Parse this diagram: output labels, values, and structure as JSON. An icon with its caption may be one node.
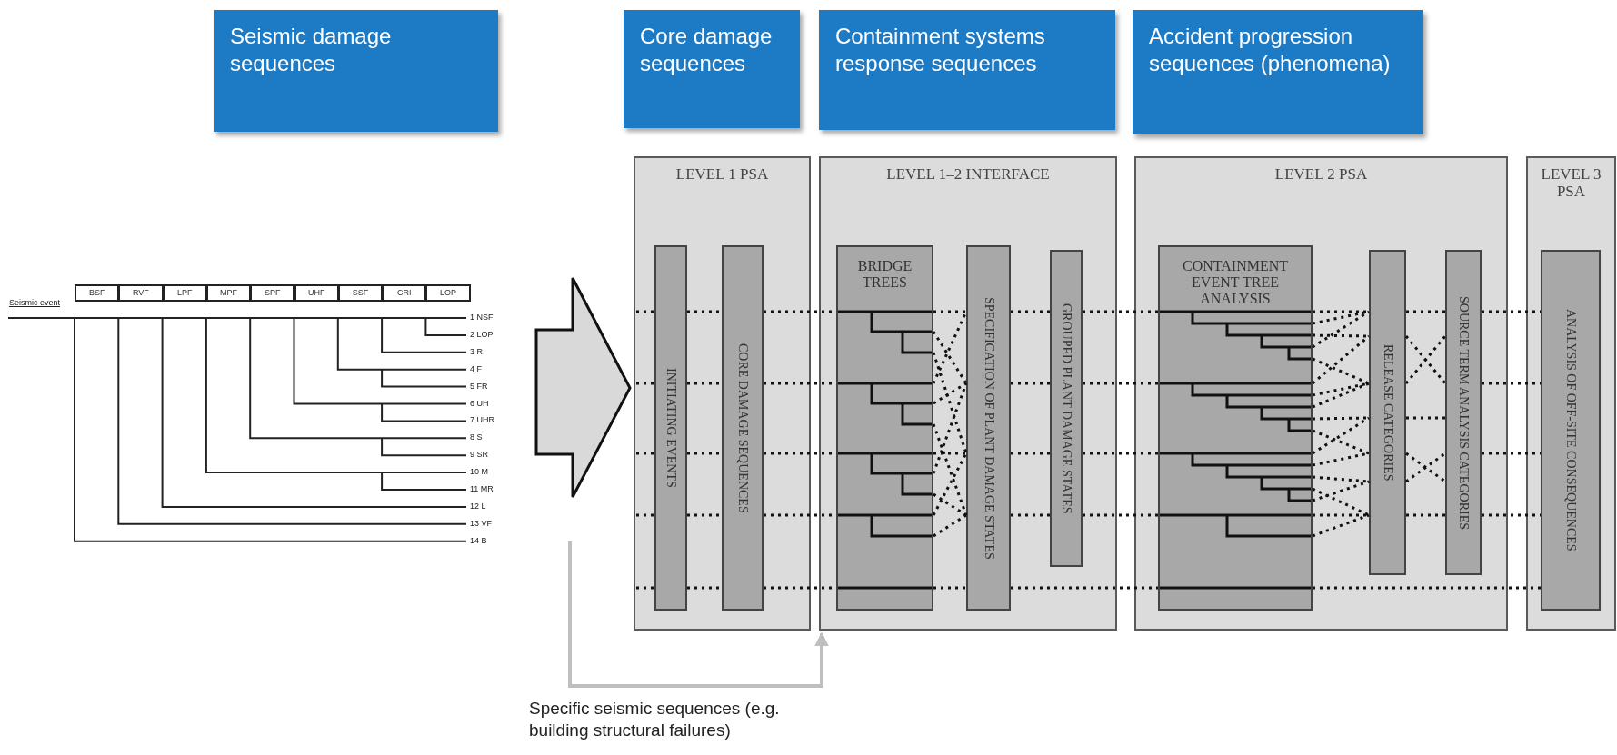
{
  "diagram": {
    "nodes": [
      {
        "text": [
          "Seismic damage sequences"
        ]
      },
      {
        "text": [
          "Core damage sequences"
        ]
      },
      {
        "text": [
          "Containment systems response sequences"
        ]
      },
      {
        "text": [
          "Accident progression sequences (phenomena)"
        ]
      },
      {
        "text": [
          "LEVEL 1 PSA"
        ]
      },
      {
        "text": [
          "INITIATING EVENTS"
        ],
        "in": 4
      },
      {
        "text": [
          "CORE DAMAGE SEQUENCES"
        ],
        "in": 4
      },
      {
        "text": [
          "LEVEL 1–2 INTERFACE"
        ]
      },
      {
        "text": [
          "BRIDGE TREES"
        ],
        "in": 7
      },
      {
        "text": [
          "SPECIFICATION OF PLANT DAMAGE STATES"
        ],
        "in": 7
      },
      {
        "text": [
          "GROUPED PLANT DAMAGE STATES"
        ],
        "in": 7
      },
      {
        "text": [
          "LEVEL 2 PSA"
        ]
      },
      {
        "text": [
          "CONTAINMENT EVENT TREE ANALYSIS"
        ],
        "in": 11
      },
      {
        "text": [
          "RELEASE CATEGORIES"
        ],
        "in": 11
      },
      {
        "text": [
          "SOURCE TERM ANALYSIS CATEGORIES"
        ],
        "in": 11
      },
      {
        "text": [
          "LEVEL 3 PSA"
        ]
      },
      {
        "text": [
          "ANALYSIS OF OFF-SITE CONSEQUENCES"
        ],
        "in": 15
      }
    ],
    "edges": [
      {
        "from": null,
        "to": 4,
        "arrow": "to"
      },
      {
        "from": null,
        "to": 7,
        "arrow": "to",
        "label": "Specific seismic sequences (e.g. building structural failures)",
        "color": "#bfbfbf"
      },
      {
        "from": null,
        "to": 5,
        "arrow": "none",
        "style": "dashed"
      },
      {
        "from": null,
        "to": 5,
        "arrow": "none",
        "style": "dashed"
      },
      {
        "from": null,
        "to": 5,
        "arrow": "none",
        "style": "dashed"
      },
      {
        "from": null,
        "to": 5,
        "arrow": "none",
        "style": "dashed"
      },
      {
        "from": null,
        "to": 5,
        "arrow": "none",
        "style": "dashed"
      },
      {
        "from": 5,
        "to": 6,
        "arrow": "none",
        "style": "dashed"
      },
      {
        "from": 5,
        "to": 6,
        "arrow": "none",
        "style": "dashed"
      },
      {
        "from": 5,
        "to": 6,
        "arrow": "none",
        "style": "dashed"
      },
      {
        "from": 5,
        "to": 6,
        "arrow": "none",
        "style": "dashed"
      },
      {
        "from": 5,
        "to": 6,
        "arrow": "none",
        "style": "dashed"
      },
      {
        "from": 6,
        "to": 8,
        "arrow": "none",
        "style": "dashed"
      },
      {
        "from": 6,
        "to": 8,
        "arrow": "none",
        "style": "dashed"
      },
      {
        "from": 6,
        "to": 8,
        "arrow": "none",
        "style": "dashed"
      },
      {
        "from": 6,
        "to": 8,
        "arrow": "none",
        "style": "dashed"
      },
      {
        "from": 6,
        "to": 8,
        "arrow": "none",
        "style": "dashed"
      },
      {
        "from": 8,
        "to": 9,
        "arrow": "none",
        "style": "dashed"
      },
      {
        "from": 8,
        "to": 9,
        "arrow": "none",
        "style": "dashed"
      },
      {
        "from": 8,
        "to": 9,
        "arrow": "none",
        "style": "dashed"
      },
      {
        "from": 8,
        "to": 9,
        "arrow": "none",
        "style": "dashed"
      },
      {
        "from": 8,
        "to": 9,
        "arrow": "none",
        "style": "dashed"
      },
      {
        "from": 8,
        "to": 9,
        "arrow": "none",
        "style": "dashed"
      },
      {
        "from": 8,
        "to": 9,
        "arrow": "none",
        "style": "dashed"
      },
      {
        "from": 8,
        "to": 9,
        "arrow": "none",
        "style": "dashed"
      },
      {
        "from": 8,
        "to": 9,
        "arrow": "none",
        "style": "dashed"
      },
      {
        "from": 8,
        "to": 9,
        "arrow": "none",
        "style": "dashed"
      },
      {
        "from": 8,
        "to": 9,
        "arrow": "none",
        "style": "dashed"
      },
      {
        "from": 8,
        "to": 9,
        "arrow": "none",
        "style": "dashed"
      },
      {
        "from": 9,
        "to": 10,
        "arrow": "none",
        "style": "dashed"
      },
      {
        "from": 9,
        "to": 10,
        "arrow": "none",
        "style": "dashed"
      },
      {
        "from": 9,
        "to": 10,
        "arrow": "none",
        "style": "dashed"
      },
      {
        "from": 9,
        "to": 10,
        "arrow": "none",
        "style": "dashed"
      },
      {
        "from": 9,
        "to": 12,
        "arrow": "none",
        "style": "dashed"
      },
      {
        "from": 10,
        "to": 12,
        "arrow": "none",
        "style": "dashed"
      },
      {
        "from": 10,
        "to": 12,
        "arrow": "none",
        "style": "dashed"
      },
      {
        "from": 10,
        "to": 12,
        "arrow": "none",
        "style": "dashed"
      },
      {
        "from": 10,
        "to": 12,
        "arrow": "none",
        "style": "dashed"
      },
      {
        "from": 12,
        "to": 13,
        "arrow": "none",
        "style": "dashed"
      },
      {
        "from": 12,
        "to": 13,
        "arrow": "none",
        "style": "dashed"
      },
      {
        "from": 12,
        "to": 13,
        "arrow": "none",
        "style": "dashed"
      },
      {
        "from": 12,
        "to": 13,
        "arrow": "none",
        "style": "dashed"
      },
      {
        "from": 12,
        "to": 13,
        "arrow": "none",
        "style": "dashed"
      },
      {
        "from": 12,
        "to": 13,
        "arrow": "none",
        "style": "dashed"
      },
      {
        "from": 12,
        "to": 13,
        "arrow": "none",
        "style": "dashed"
      },
      {
        "from": 12,
        "to": 13,
        "arrow": "none",
        "style": "dashed"
      },
      {
        "from": 12,
        "to": 13,
        "arrow": "none",
        "style": "dashed"
      },
      {
        "from": 12,
        "to": 13,
        "arrow": "none",
        "style": "dashed"
      },
      {
        "from": 12,
        "to": 13,
        "arrow": "none",
        "style": "dashed"
      },
      {
        "from": 12,
        "to": 13,
        "arrow": "none",
        "style": "dashed"
      },
      {
        "from": 12,
        "to": 13,
        "arrow": "none",
        "style": "dashed"
      },
      {
        "from": 12,
        "to": 13,
        "arrow": "none",
        "style": "dashed"
      },
      {
        "from": 12,
        "to": 13,
        "arrow": "none",
        "style": "dashed"
      },
      {
        "from": 12,
        "to": 13,
        "arrow": "none",
        "style": "dashed"
      },
      {
        "from": 12,
        "to": 13,
        "arrow": "none",
        "style": "dashed"
      },
      {
        "from": 12,
        "to": 16,
        "arrow": "none",
        "style": "dashed"
      },
      {
        "from": 13,
        "to": 14,
        "arrow": "none",
        "style": "dashed"
      },
      {
        "from": 13,
        "to": 14,
        "arrow": "none",
        "style": "dashed"
      },
      {
        "from": 13,
        "to": 14,
        "arrow": "none",
        "style": "dashed"
      },
      {
        "from": 13,
        "to": 14,
        "arrow": "none",
        "style": "dashed"
      },
      {
        "from": 13,
        "to": 14,
        "arrow": "none",
        "style": "dashed"
      },
      {
        "from": 13,
        "to": 14,
        "arrow": "none",
        "style": "dashed"
      },
      {
        "from": 13,
        "to": 14,
        "arrow": "none",
        "style": "dashed"
      },
      {
        "from": 14,
        "to": 16,
        "arrow": "none",
        "style": "dashed"
      },
      {
        "from": 14,
        "to": 16,
        "arrow": "none",
        "style": "dashed"
      },
      {
        "from": 14,
        "to": 16,
        "arrow": "none",
        "style": "dashed"
      },
      {
        "from": 14,
        "to": 16,
        "arrow": "none",
        "style": "dashed"
      }
    ],
    "labels": [
      "BSF",
      "RVF",
      "LPF",
      "MPF",
      "SPF",
      "UHF",
      "SSF",
      "CRI",
      "LOP",
      "Seismic event",
      "1 NSF",
      "2 LOP",
      "3 R",
      "4 F",
      "5 FR",
      "6 UH",
      "7 UHR",
      "8 S",
      "9 SR",
      "10 M",
      "11 MR",
      "12 L",
      "13 VF",
      "14 B"
    ]
  }
}
